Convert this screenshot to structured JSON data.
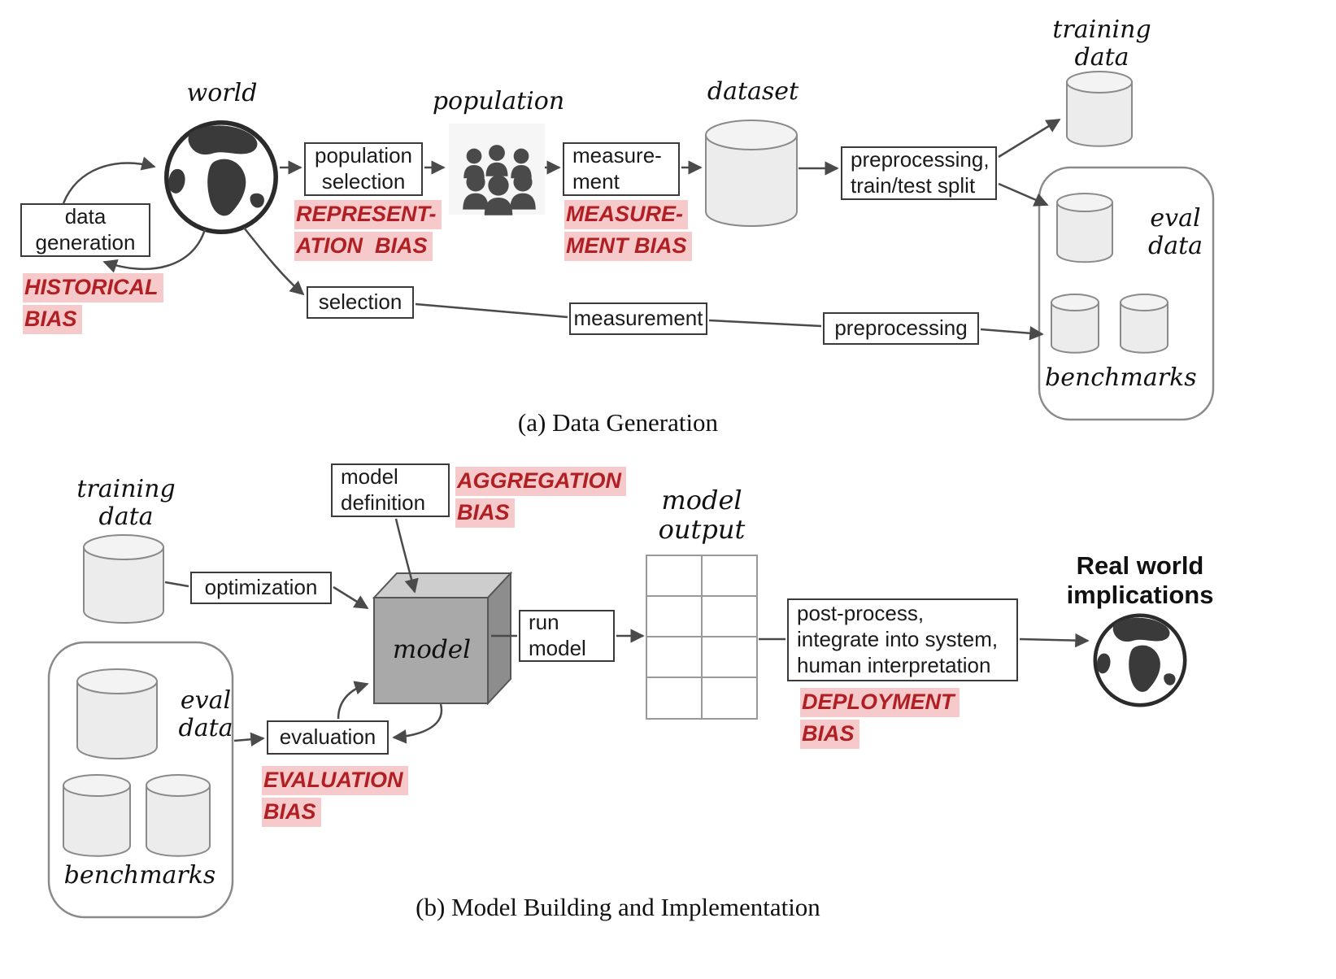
{
  "figure": {
    "colors": {
      "bias_text": "#b01f24",
      "bias_highlight": "#f6caca"
    },
    "part_a": {
      "caption": "(a) Data Generation",
      "entities": {
        "world": "world",
        "population": "population",
        "dataset": "dataset",
        "training_data": "training\ndata",
        "eval_data": "eval\ndata",
        "benchmarks": "benchmarks"
      },
      "processes": {
        "data_generation": "data\ngeneration",
        "population_selection": "population\nselection",
        "measurement": "measure-\nment",
        "preprocessing_split": "preprocessing,\ntrain/test split",
        "selection": "selection",
        "measurement2": "measurement",
        "preprocessing": "preprocessing"
      },
      "biases": {
        "historical": {
          "line1": "HISTORICAL",
          "line2": "BIAS"
        },
        "representation": {
          "line1": "REPRESENT-",
          "line2": "ATION  BIAS"
        },
        "measurement": {
          "line1": "MEASURE-",
          "line2": "MENT BIAS"
        }
      }
    },
    "part_b": {
      "caption": "(b) Model Building and Implementation",
      "entities": {
        "training_data": "training\ndata",
        "eval_data": "eval\ndata",
        "benchmarks": "benchmarks",
        "model": "model",
        "model_output": "model\noutput",
        "real_world": "Real world\nimplications"
      },
      "processes": {
        "optimization": "optimization",
        "model_definition": "model\ndefinition",
        "run_model": "run\nmodel",
        "post_process": "post-process,\nintegrate into system,\nhuman interpretation",
        "evaluation": "evaluation"
      },
      "biases": {
        "aggregation": {
          "line1": "AGGREGATION",
          "line2": "BIAS"
        },
        "evaluation": {
          "line1": "EVALUATION",
          "line2": "BIAS"
        },
        "deployment": {
          "line1": "DEPLOYMENT",
          "line2": "BIAS"
        }
      }
    }
  }
}
